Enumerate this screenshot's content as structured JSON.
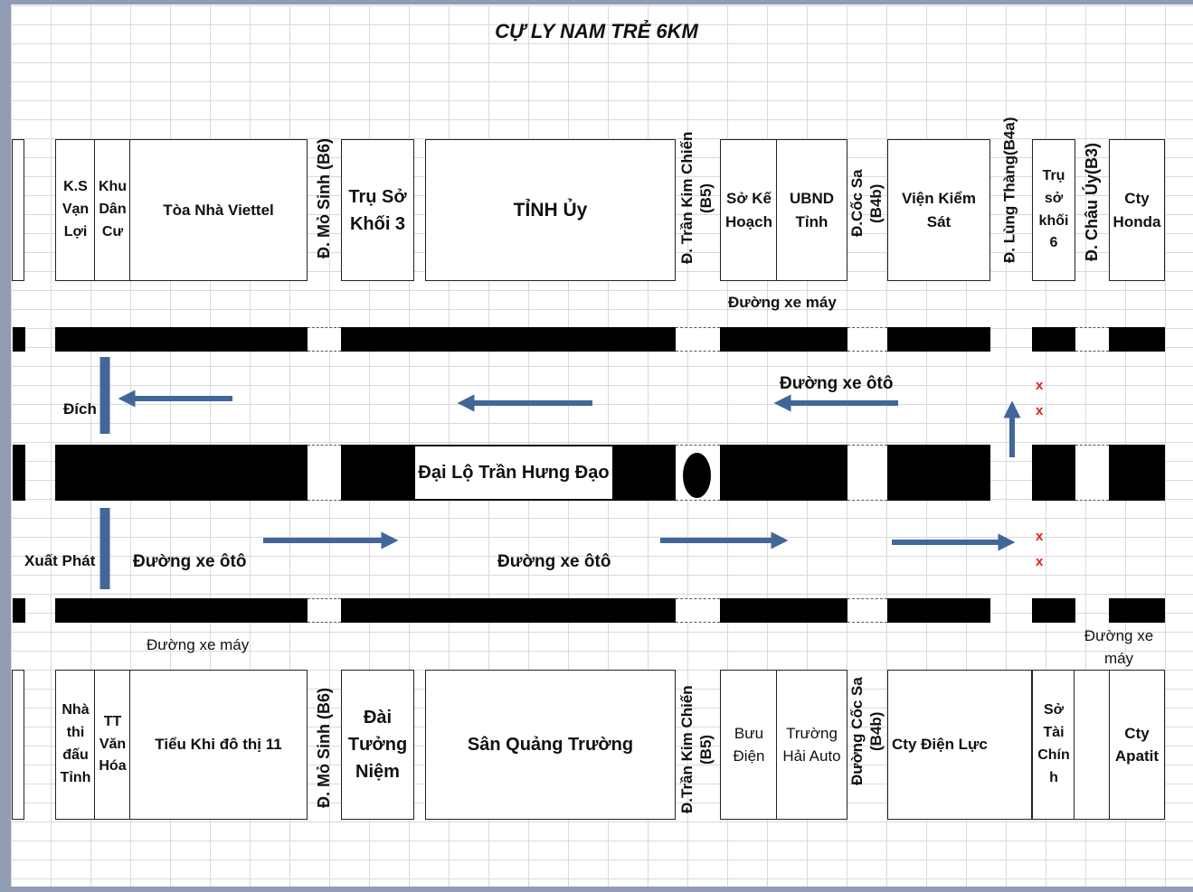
{
  "title": "CỰ LY NAM TRẺ 6KM",
  "colors": {
    "arrow": "#41679a",
    "road": "#000000",
    "xmark": "#e02020",
    "grid": "#d9d9d9"
  },
  "top_buildings": {
    "ks_van_loi": "K.S Vạn Lợi",
    "khu_dan_cu": "Khu Dân Cư",
    "viettel": "Tòa Nhà Viettel",
    "tru_so_khoi3": "Trụ Sở Khối 3",
    "tinh_uy": "TỈNH Ủy",
    "so_ke_hoach": "Sở Kế Hoạch",
    "ubnd_tinh": "UBND Tỉnh",
    "vien_kiem_sat": "Viện Kiểm Sát",
    "tru_so_khoi6": "Trụ sở khối 6",
    "cty_honda": "Cty Honda"
  },
  "top_streets": {
    "mo_sinh": "Đ. Mỏ Sinh (B6)",
    "tran_kim_chien": "Đ. Trần Kim Chiến (B5)",
    "coc_sa": "Đ.Cốc Sa (B4b)",
    "lung_thang": "Đ. Lùng Thàng(B4a)",
    "chau_uy": "Đ. Châu Úy(B3)"
  },
  "bottom_buildings": {
    "nha_thi_dau": "Nhà thi đấu Tỉnh",
    "tt_van_hoa": "TT Văn Hóa",
    "tieu_khu": "Tiểu Khi đô thị 11",
    "dai_tuong_niem": "Đài Tưởng Niệm",
    "san_quang_truong": "Sân Quảng Trường",
    "buu_dien": "Bưu Điện",
    "truong_hai": "Trường Hải Auto",
    "cty_dien_luc": "Cty Điện Lực",
    "so_tai_chinh": "Sở Tài Chín h",
    "cty_apatit": "Cty Apatit"
  },
  "bottom_streets": {
    "mo_sinh": "Đ. Mỏ Sinh (B6)",
    "tran_kim_chien": "Đ.Trần Kim Chiến (B5)",
    "coc_sa": "Đường Cốc Sa (B4b)"
  },
  "labels": {
    "moto_top": "Đường xe máy",
    "car_top": "Đường xe ôtô",
    "finish": "Đích",
    "avenue": "Đại Lộ Trần Hưng Đạo",
    "start": "Xuất Phát",
    "car_bottom_left": "Đường xe ôtô",
    "car_bottom_mid": "Đường xe ôtô",
    "moto_bottom_left": "Đường xe máy",
    "moto_bottom_right": "Đường xe máy",
    "x1": "x",
    "x2": "x",
    "x3": "x",
    "x4": "x"
  }
}
